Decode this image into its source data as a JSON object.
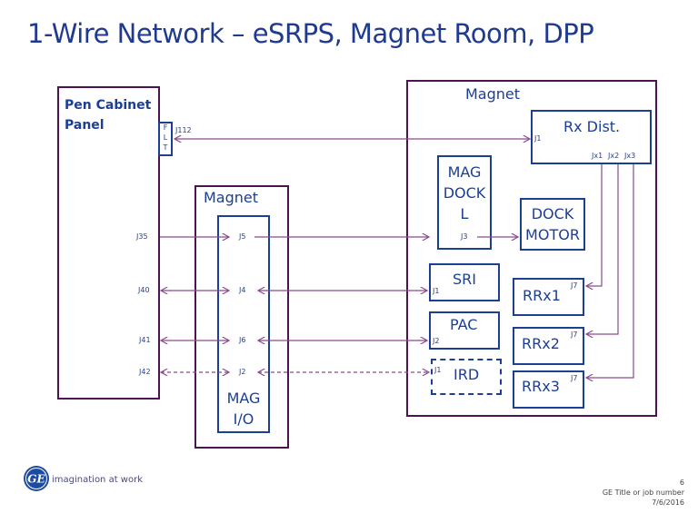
{
  "title": "1-Wire Network – eSRPS, Magnet Room, DPP",
  "blocks": {
    "pen_cabinet": "Pen Cabinet\nPanel",
    "pen_cabinet_line1": "Pen Cabinet",
    "pen_cabinet_line2": "Panel",
    "flt": [
      "F",
      "L",
      "T"
    ],
    "magnet_left": "Magnet",
    "mag_io_line1": "MAG",
    "mag_io_line2": "I/O",
    "magnet_right": "Magnet",
    "rx_dist": "Rx Dist.",
    "mag_dock_line1": "MAG",
    "mag_dock_line2": "DOCK",
    "mag_dock_line3": "L",
    "dock_motor_line1": "DOCK",
    "dock_motor_line2": "MOTOR",
    "sri": "SRI",
    "pac": "PAC",
    "ird": "IRD",
    "rrx1": "RRx1",
    "rrx2": "RRx2",
    "rrx3": "RRx3"
  },
  "connectors": {
    "j112": "J112",
    "j35": "J35",
    "j40": "J40",
    "j41": "J41",
    "j42": "J42",
    "j5": "J5",
    "j4": "J4",
    "j6": "J6",
    "j2": "J2",
    "rx_j1": "J1",
    "jx1": "Jx1",
    "jx2": "Jx2",
    "jx3": "Jx3",
    "dock_j3": "J3",
    "sri_j1": "J1",
    "pac_j2": "J2",
    "ird_j1": "J1",
    "rrx1_j7": "J7",
    "rrx2_j7": "J7",
    "rrx3_j7": "J7"
  },
  "connections": [
    {
      "from": "Pen Cabinet J112",
      "to": "Rx Dist. J1",
      "style": "solid",
      "direction": "both"
    },
    {
      "from": "Pen Cabinet J35",
      "to": "MAG I/O J5",
      "style": "solid",
      "direction": "forward"
    },
    {
      "from": "MAG I/O J5",
      "to": "MAG DOCK L J3",
      "style": "solid",
      "direction": "forward"
    },
    {
      "from": "MAG DOCK L J3",
      "to": "DOCK MOTOR",
      "style": "solid",
      "direction": "forward"
    },
    {
      "from": "Pen Cabinet J40",
      "to": "MAG I/O J4",
      "style": "solid",
      "direction": "both"
    },
    {
      "from": "MAG I/O J4",
      "to": "SRI J1",
      "style": "solid",
      "direction": "both"
    },
    {
      "from": "Pen Cabinet J41",
      "to": "MAG I/O J6",
      "style": "solid",
      "direction": "both"
    },
    {
      "from": "MAG I/O J6",
      "to": "PAC J2",
      "style": "solid",
      "direction": "both"
    },
    {
      "from": "Pen Cabinet J42",
      "to": "MAG I/O J2",
      "style": "dashed",
      "direction": "both"
    },
    {
      "from": "MAG I/O J2",
      "to": "IRD J1",
      "style": "dashed",
      "direction": "both"
    },
    {
      "from": "Rx Dist. Jx1",
      "to": "RRx1 J7",
      "style": "solid",
      "direction": "forward"
    },
    {
      "from": "Rx Dist. Jx2",
      "to": "RRx2 J7",
      "style": "solid",
      "direction": "forward"
    },
    {
      "from": "Rx Dist. Jx3",
      "to": "RRx3 J7",
      "style": "solid",
      "direction": "forward"
    }
  ],
  "footer": {
    "tagline": "imagination at work",
    "page_number": "6",
    "job_title": "GE Title or job number",
    "date": "7/6/2016",
    "logo_text": "GE"
  },
  "colors": {
    "title": "#1f3a8f",
    "outer_box": "#4b1450",
    "inner_box": "#1c3f94",
    "wire": "#8a4a8e",
    "logo": "#1d4ba0"
  }
}
